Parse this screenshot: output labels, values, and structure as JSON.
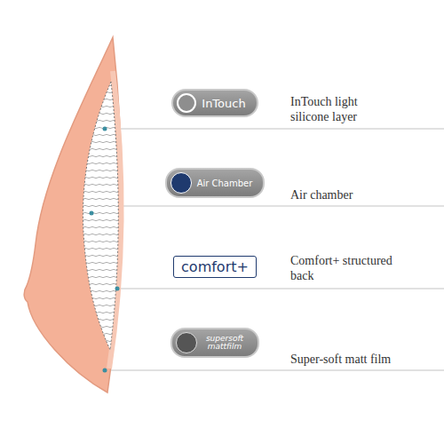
{
  "diagram": {
    "nodes": [
      {
        "text": [
          "InTouch"
        ]
      },
      {
        "text": [
          "Air Chamber"
        ]
      },
      {
        "text": [
          "comfort+"
        ]
      },
      {
        "text": [
          "supersoft mattfilm"
        ]
      }
    ],
    "labels": [
      "InTouch light silicone layer",
      "Air chamber",
      "Comfort+ structured back",
      "Super-soft matt film"
    ]
  }
}
